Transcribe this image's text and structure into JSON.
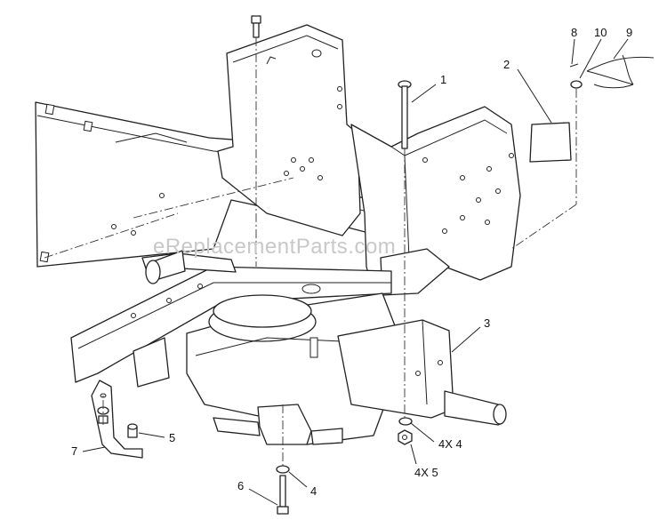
{
  "watermark": "eReplacementParts.com",
  "callouts": [
    {
      "id": "c1",
      "label": "1"
    },
    {
      "id": "c2",
      "label": "2"
    },
    {
      "id": "c3",
      "label": "3"
    },
    {
      "id": "c4",
      "label": "4"
    },
    {
      "id": "c4x4",
      "label": "4X 4"
    },
    {
      "id": "c4x5",
      "label": "4X 5"
    },
    {
      "id": "c5",
      "label": "5"
    },
    {
      "id": "c6",
      "label": "6"
    },
    {
      "id": "c7",
      "label": "7"
    },
    {
      "id": "c8",
      "label": "8"
    },
    {
      "id": "c9",
      "label": "9"
    },
    {
      "id": "c10",
      "label": "10"
    }
  ]
}
